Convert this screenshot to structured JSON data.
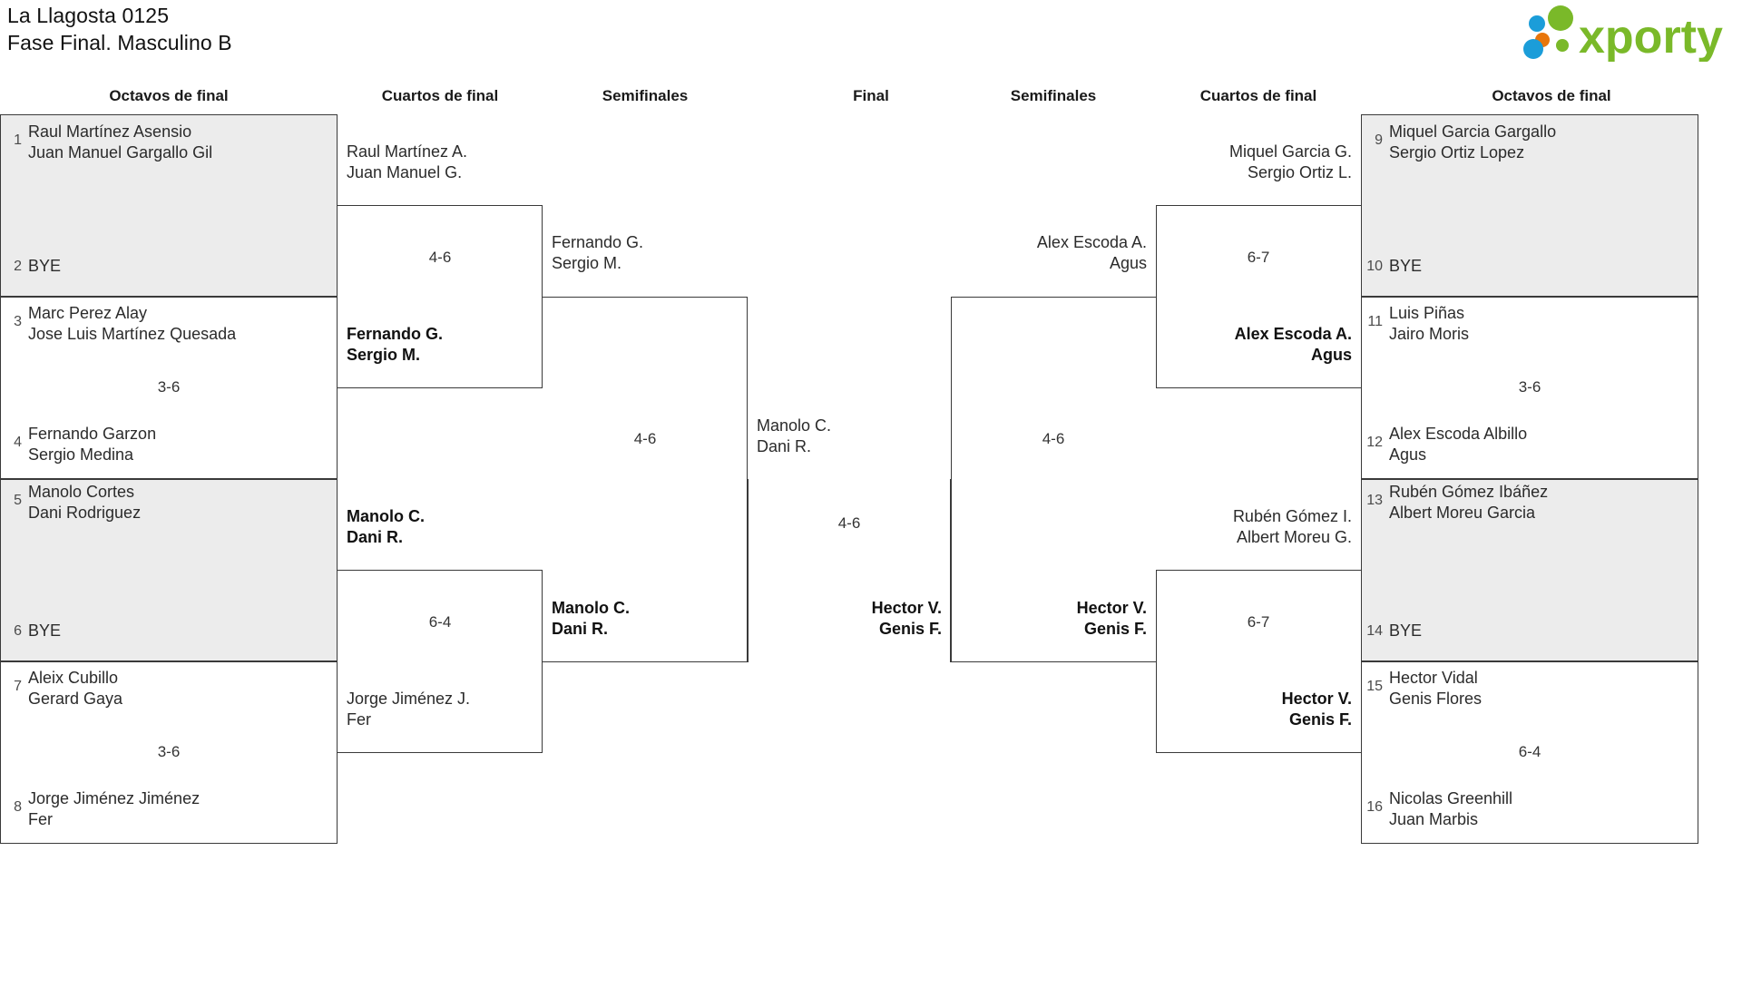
{
  "header": {
    "title_line1": "La Llagosta 0125",
    "title_line2": "Fase Final. Masculino B",
    "logo_text": "xporty",
    "logo_colors": {
      "blue": "#1b9dd9",
      "orange": "#e8760c",
      "green": "#7ab929"
    }
  },
  "round_headers": {
    "octavos_left": "Octavos de final",
    "cuartos_left": "Cuartos de final",
    "semis_left": "Semifinales",
    "final": "Final",
    "semis_right": "Semifinales",
    "cuartos_right": "Cuartos de final",
    "octavos_right": "Octavos de final"
  },
  "colors": {
    "shaded": "#ececec",
    "border": "#3a3a3a",
    "text": "#2b2b2b"
  },
  "bracket": {
    "octavos_left": [
      {
        "match": 1,
        "score": "",
        "top": {
          "seed": "1",
          "line1": "Raul Martínez Asensio",
          "line2": "Juan Manuel Gargallo Gil",
          "winner": true
        },
        "bottom": {
          "seed": "2",
          "line1": "BYE",
          "line2": "",
          "winner": false
        },
        "shaded": true
      },
      {
        "match": 2,
        "score": "3-6",
        "top": {
          "seed": "3",
          "line1": "Marc Perez Alay",
          "line2": "Jose Luis Martínez Quesada",
          "winner": false
        },
        "bottom": {
          "seed": "4",
          "line1": "Fernando Garzon",
          "line2": "Sergio Medina",
          "winner": true
        },
        "shaded": false
      },
      {
        "match": 3,
        "score": "",
        "top": {
          "seed": "5",
          "line1": "Manolo Cortes",
          "line2": "Dani Rodriguez",
          "winner": true
        },
        "bottom": {
          "seed": "6",
          "line1": "BYE",
          "line2": "",
          "winner": false
        },
        "shaded": true
      },
      {
        "match": 4,
        "score": "3-6",
        "top": {
          "seed": "7",
          "line1": "Aleix Cubillo",
          "line2": "Gerard Gaya",
          "winner": false
        },
        "bottom": {
          "seed": "8",
          "line1": "Jorge Jiménez Jiménez",
          "line2": "Fer",
          "winner": true
        },
        "shaded": false
      }
    ],
    "cuartos_left": [
      {
        "match": 1,
        "score": "4-6",
        "top": {
          "line1": "Raul Martínez A.",
          "line2": "Juan Manuel G.",
          "winner": false
        },
        "bottom": {
          "line1": "Fernando G.",
          "line2": "Sergio M.",
          "winner": true
        }
      },
      {
        "match": 2,
        "score": "6-4",
        "top": {
          "line1": "Manolo C.",
          "line2": "Dani R.",
          "winner": true
        },
        "bottom": {
          "line1": "Jorge Jiménez J.",
          "line2": "Fer",
          "winner": false
        }
      }
    ],
    "semis_left": [
      {
        "match": 1,
        "score": "4-6",
        "top": {
          "line1": "Fernando G.",
          "line2": "Sergio M.",
          "winner": false
        },
        "bottom": {
          "line1": "Manolo C.",
          "line2": "Dani R.",
          "winner": true
        }
      }
    ],
    "final": [
      {
        "match": 1,
        "score": "4-6",
        "top": {
          "line1": "Manolo C.",
          "line2": "Dani R.",
          "winner": false
        },
        "bottom": {
          "line1": "Hector V.",
          "line2": "Genis F.",
          "winner": true
        }
      }
    ],
    "semis_right": [
      {
        "match": 1,
        "score": "4-6",
        "top": {
          "line1": "Alex Escoda A.",
          "line2": "Agus",
          "winner": false
        },
        "bottom": {
          "line1": "Hector V.",
          "line2": "Genis F.",
          "winner": true
        }
      }
    ],
    "cuartos_right": [
      {
        "match": 1,
        "score": "6-7",
        "top": {
          "line1": "Miquel Garcia G.",
          "line2": "Sergio Ortiz L.",
          "winner": false
        },
        "bottom": {
          "line1": "Alex Escoda A.",
          "line2": "Agus",
          "winner": true
        }
      },
      {
        "match": 2,
        "score": "6-7",
        "top": {
          "line1": "Rubén Gómez I.",
          "line2": "Albert Moreu G.",
          "winner": false
        },
        "bottom": {
          "line1": "Hector V.",
          "line2": "Genis F.",
          "winner": true
        }
      }
    ],
    "octavos_right": [
      {
        "match": 1,
        "score": "",
        "top": {
          "seed": "9",
          "line1": "Miquel Garcia Gargallo",
          "line2": "Sergio Ortiz Lopez",
          "winner": true
        },
        "bottom": {
          "seed": "10",
          "line1": "BYE",
          "line2": "",
          "winner": false
        },
        "shaded": true
      },
      {
        "match": 2,
        "score": "3-6",
        "top": {
          "seed": "11",
          "line1": "Luis Piñas",
          "line2": "Jairo Moris",
          "winner": false
        },
        "bottom": {
          "seed": "12",
          "line1": "Alex Escoda Albillo",
          "line2": "Agus",
          "winner": true
        },
        "shaded": false
      },
      {
        "match": 3,
        "score": "",
        "top": {
          "seed": "13",
          "line1": "Rubén Gómez Ibáñez",
          "line2": "Albert Moreu Garcia",
          "winner": true
        },
        "bottom": {
          "seed": "14",
          "line1": "BYE",
          "line2": "",
          "winner": false
        },
        "shaded": true
      },
      {
        "match": 4,
        "score": "6-4",
        "top": {
          "seed": "15",
          "line1": "Hector Vidal",
          "line2": "Genis Flores",
          "winner": true
        },
        "bottom": {
          "seed": "16",
          "line1": "Nicolas Greenhill",
          "line2": "Juan Marbis",
          "winner": false
        },
        "shaded": false
      }
    ]
  }
}
